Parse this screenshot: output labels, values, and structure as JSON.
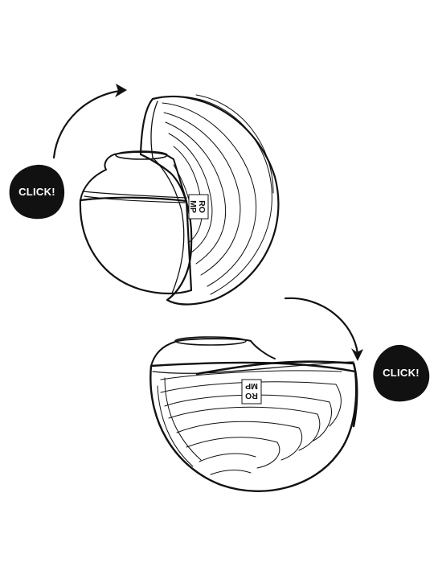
{
  "badges": {
    "top_left": "CLICK!",
    "bottom_right": "CLICK!"
  },
  "logo": {
    "line1": "RO",
    "line2": "MP"
  },
  "colors": {
    "ink": "#111111",
    "badge_fill": "#111111",
    "background": "#ffffff"
  }
}
